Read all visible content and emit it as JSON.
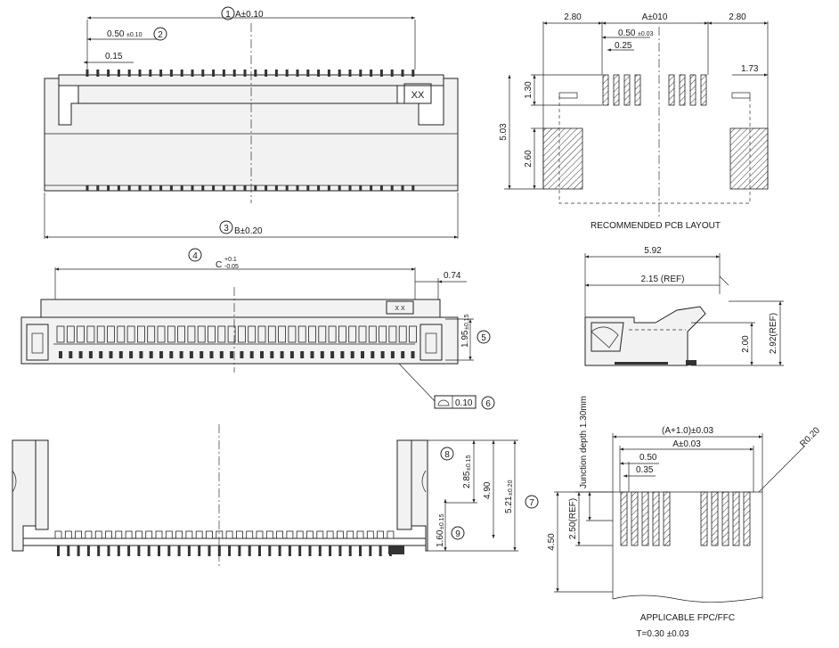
{
  "front_view": {
    "dim_a": "A±0.10",
    "dim_pitch": "0.50",
    "dim_pitch_tol": "±0.10",
    "dim_015": "0.15",
    "dim_b": "B±0.20",
    "marking": "XX",
    "callouts": [
      "1",
      "2",
      "3"
    ]
  },
  "pcb_layout": {
    "dim_left": "2.80",
    "dim_a": "A±010",
    "dim_right": "2.80",
    "dim_pitch": "0.50",
    "dim_pitch_tol": "±0.03",
    "dim_pad_width": "0.25",
    "dim_pad_len": "1.30",
    "dim_total": "5.03",
    "dim_tab": "2.60",
    "dim_right_side": "1.73",
    "caption": "RECOMMENDED PCB LAYOUT"
  },
  "top_view": {
    "dim_c": "C",
    "dim_c_plus": "+0.1",
    "dim_c_minus": "-0.05",
    "dim_074": "0.74",
    "dim_195": "1.95",
    "dim_195_tol": "±0.15",
    "marking": "X  X",
    "flatness_value": "0.10",
    "callouts": [
      "4",
      "5",
      "6"
    ]
  },
  "side_view": {
    "dim_592": "5.92",
    "dim_215": "2.15 (REF)",
    "dim_200": "2.00",
    "dim_292": "2.92(REF)"
  },
  "bottom_view": {
    "dim_285": "2.85",
    "dim_285_tol": "±0.15",
    "dim_490": "4.90",
    "dim_521": "5.21",
    "dim_521_tol": "±0.20",
    "dim_160": "1.60",
    "dim_160_tol": "±0.15",
    "callouts": [
      "7",
      "8",
      "9"
    ]
  },
  "fpc": {
    "dim_a_plus": "(A+1.0)±0.03",
    "dim_a": "A±0.03",
    "dim_050": "0.50",
    "dim_035": "0.35",
    "dim_r": "R0.20",
    "dim_junction": "Junction depth 1.30mm",
    "dim_250": "2.50(REF)",
    "dim_450": "4.50",
    "caption": "APPLICABLE  FPC/FFC",
    "thickness": "T=0.30 ±0.03"
  }
}
